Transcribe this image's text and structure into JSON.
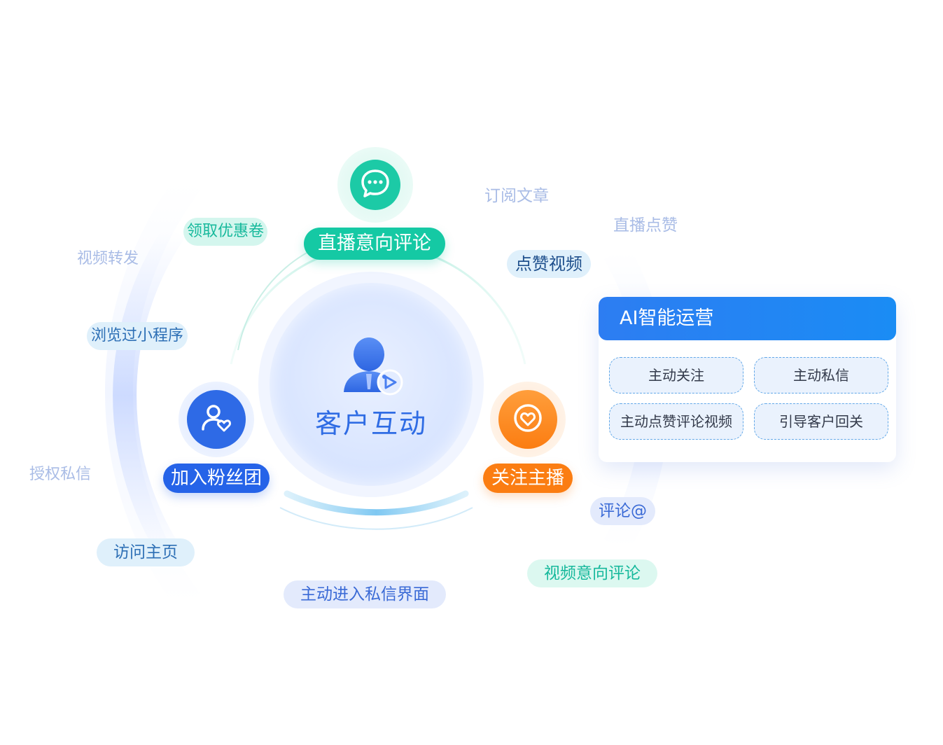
{
  "diagram": {
    "center": {
      "title": "客户互动",
      "icon": "customer-person-icon"
    },
    "main_nodes": {
      "top": {
        "label": "直播意向评论",
        "icon": "chat-bubble-icon",
        "color": "#15c9a4"
      },
      "left": {
        "label": "加入粉丝团",
        "icon": "user-heart-icon",
        "color": "#2563e8"
      },
      "right": {
        "label": "关注主播",
        "icon": "heart-icon",
        "color": "#fb7d12"
      }
    },
    "tags": {
      "coupon": "领取优惠卷",
      "video_share": "视频转发",
      "mini_program": "浏览过小程序",
      "auth_message": "授权私信",
      "visit_home": "访问主页",
      "enter_dm": "主动进入私信界面",
      "subscribe": "订阅文章",
      "live_like": "直播点赞",
      "like_video": "点赞视频",
      "comment_at": "评论@",
      "video_comment": "视频意向评论"
    },
    "ai_panel": {
      "title": "AI智能运营",
      "actions": [
        "主动关注",
        "主动私信",
        "主动点赞评论视频",
        "引导客户回关"
      ]
    }
  }
}
